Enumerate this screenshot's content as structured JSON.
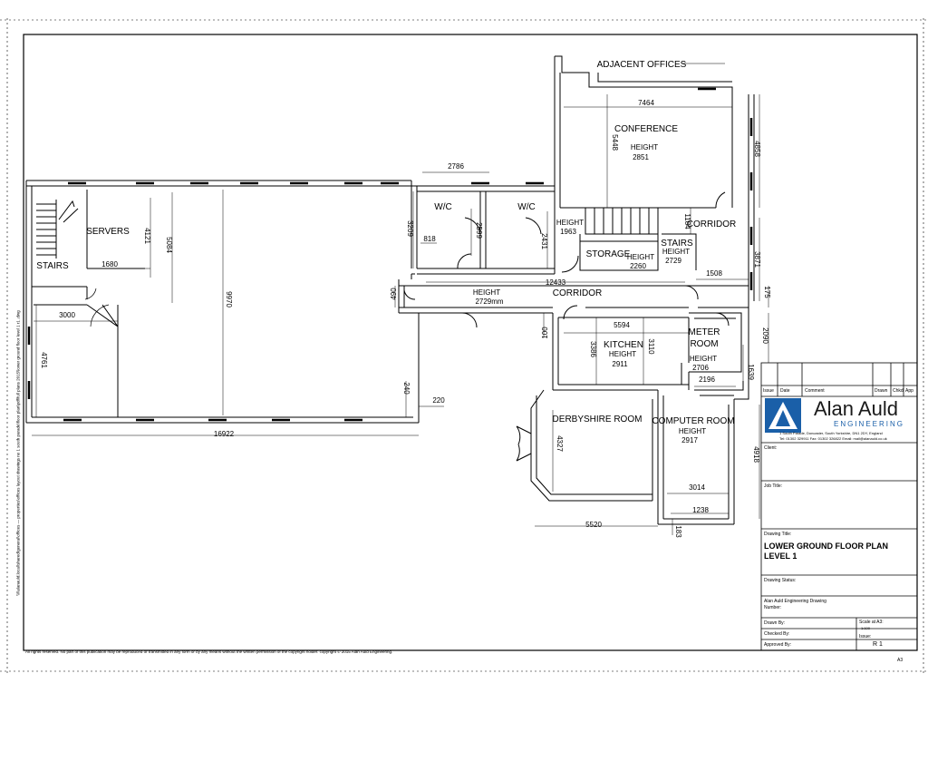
{
  "rooms": {
    "adjacent": "ADJACENT OFFICES",
    "conference": "CONFERENCE",
    "conference_height_label": "HEIGHT",
    "conference_height": "2851",
    "servers": "SERVERS",
    "stairs_left": "STAIRS",
    "wc1": "W/C",
    "wc2": "W/C",
    "height_label_1": "HEIGHT",
    "height_1963": "1963",
    "storage": "STORAGE",
    "storage_height_label": "HEIGHT",
    "storage_height": "2260",
    "stairs_right": "STAIRS",
    "stairs_height_label": "HEIGHT",
    "stairs_height": "2729",
    "corridor_right": "CORRIDOR",
    "corridor_main": "CORRIDOR",
    "corridor_height_label": "HEIGHT",
    "corridor_height": "2729mm",
    "kitchen": "KITCHEN",
    "kitchen_height_label": "HEIGHT",
    "kitchen_height": "2911",
    "meter_room_1": "METER",
    "meter_room_2": "ROOM",
    "meter_height_label": "HEIGHT",
    "meter_height": "2706",
    "derbyshire": "DERBYSHIRE ROOM",
    "computer": "COMPUTER ROOM",
    "computer_height_label": "HEIGHT",
    "computer_height": "2917"
  },
  "dimensions": {
    "d7464": "7464",
    "d5448": "5448",
    "d4858": "4858",
    "d2786": "2786",
    "d3209": "3209",
    "d818": "818",
    "d2599": "2599",
    "d2431": "2431",
    "d1184": "1184",
    "d3871": "3871",
    "d4121": "4121",
    "d5084": "5084",
    "d1680": "1680",
    "d9970": "9970",
    "d12433": "12433",
    "d1508": "1508",
    "d175": "175",
    "d490": "490",
    "d3000": "3000",
    "d4761": "4761",
    "d100": "100",
    "d5594": "5594",
    "d3386": "3386",
    "d3110": "3110",
    "d2090": "2090",
    "d2196": "2196",
    "d1639": "1639",
    "d240": "240",
    "d220": "220",
    "d16922": "16922",
    "d4327": "4327",
    "d4918": "4918",
    "d3014": "3014",
    "d1238": "1238",
    "d5520": "5520",
    "d183": "183"
  },
  "title_block": {
    "rev_issue": "Issue",
    "rev_date": "Date",
    "rev_comment": "Comment",
    "rev_drawn": "Drawn",
    "rev_chkd": "Chkd",
    "rev_app": "App",
    "company_1": "Alan Auld",
    "company_2": "ENGINEERING",
    "address": "1 South Parade, Doncaster, South Yorkshire, DN1 2DY, England",
    "contacts": "Tel: 01302 329911   Fax: 01302 326822   Email: mail@alanauld.co.uk",
    "client_label": "Client:",
    "job_title_label": "Job Title:",
    "drawing_title_label": "Drawing Title:",
    "drawing_title_1": "LOWER GROUND FLOOR PLAN",
    "drawing_title_2": "LEVEL 1",
    "drawing_status_label": "Drawing Status:",
    "drawing_number_1": "Alan Auld Engineering Drawing",
    "drawing_number_2": "Number:",
    "drawn_by": "Drawn By:",
    "checked_by": "Checked By:",
    "approved_by": "Approved By:",
    "scale_label": "Scale at A3:",
    "scale_value": "1:100",
    "issue_label": "Issue:",
    "issue_value": "R 1",
    "sheet_size": "A3"
  },
  "notes": {
    "copyright": "All rights reserved. No part of this publication may be reproduced or transmitted in any form or by any means without the written permission of the copyright holder. copyright © 2015 Alan Auld Engineering.",
    "file_path": "\\\\\\\\alanauld.local\\shared\\general\\offices — properties\\offices layout drawings no 1 south parade\\floor plan\\pdf\\full plans 2015\\lower ground floor level 1 r1 .dwg"
  },
  "colors": {
    "logo_blue": "#1a5fa8",
    "line": "#000000"
  }
}
